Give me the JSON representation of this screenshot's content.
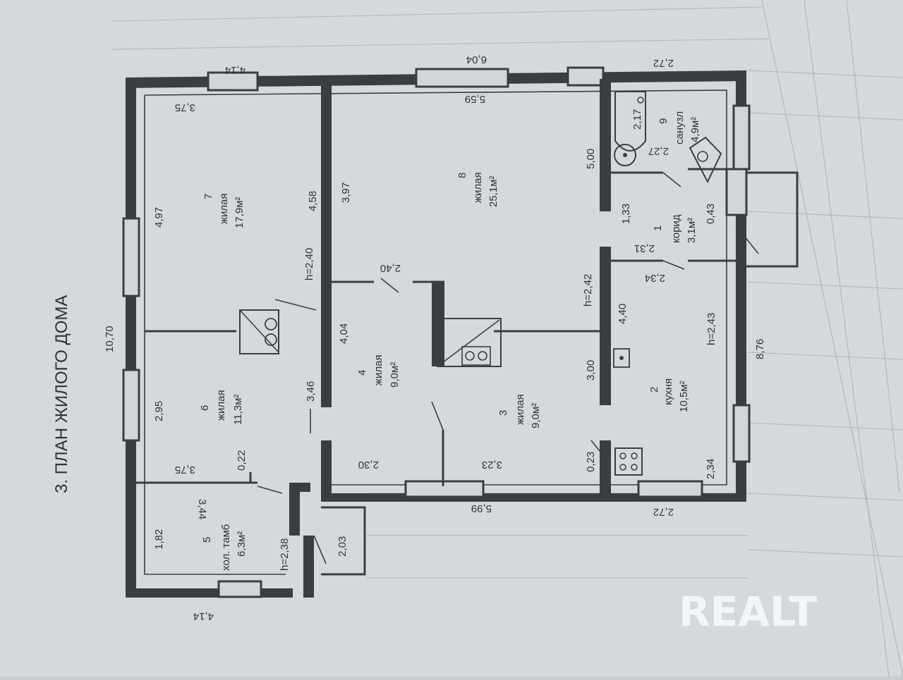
{
  "plan": {
    "title": "3. ПЛАН ЖИЛОГО ДОМА",
    "watermark": "REALT",
    "rooms": [
      {
        "number": "7",
        "name": "жилая",
        "area": "17,9м²"
      },
      {
        "number": "8",
        "name": "жилая",
        "area": "25,1м²"
      },
      {
        "number": "9",
        "name": "санузл",
        "area": "4,9м²"
      },
      {
        "number": "1",
        "name": "корид",
        "area": "3,1м²"
      },
      {
        "number": "6",
        "name": "жилая",
        "area": "11,3м²"
      },
      {
        "number": "4",
        "name": "жилая",
        "area": "9,0м²"
      },
      {
        "number": "3",
        "name": "жилая",
        "area": "9,0м²"
      },
      {
        "number": "2",
        "name": "кухня",
        "area": "10,5м²"
      },
      {
        "number": "5",
        "name": "хол. тамб",
        "area": "6,3м²"
      }
    ],
    "dimensions": {
      "overall_length": "10,70",
      "overall_width": "8,76",
      "top_left": "4,14",
      "top_center": "6,04",
      "top_right": "2,72",
      "bottom_left": "4,14",
      "bottom_center": "5,99",
      "bottom_right": "2,72",
      "r7_width": "3,75",
      "r7_length": "4,97",
      "r7_side": "4,58",
      "r8_width": "5,59",
      "r8_length": "3,97",
      "r8_right": "5,00",
      "r9_len": "2,17",
      "r9_width": "2,27",
      "r1_a": "1,33",
      "r1_b": "2,31",
      "r1_c": "0,43",
      "r1_d": "2,34",
      "h7": "h=2,40",
      "r4_door": "2,40",
      "h8": "h=2,42",
      "r6_width": "3,75",
      "r6_length": "2,95",
      "r6_small": "0,22",
      "r6_side": "3,46",
      "r4_length": "4,04",
      "r4_width": "2,30",
      "r3_width": "3,23",
      "r3_length": "3,00",
      "r2_length": "4,40",
      "h2": "h=2,43",
      "r2_small": "0,23",
      "r2_width": "2,34",
      "r5_width": "3,44",
      "r5_length": "1,82",
      "h5": "h=2,38",
      "porch": "2,03"
    }
  }
}
